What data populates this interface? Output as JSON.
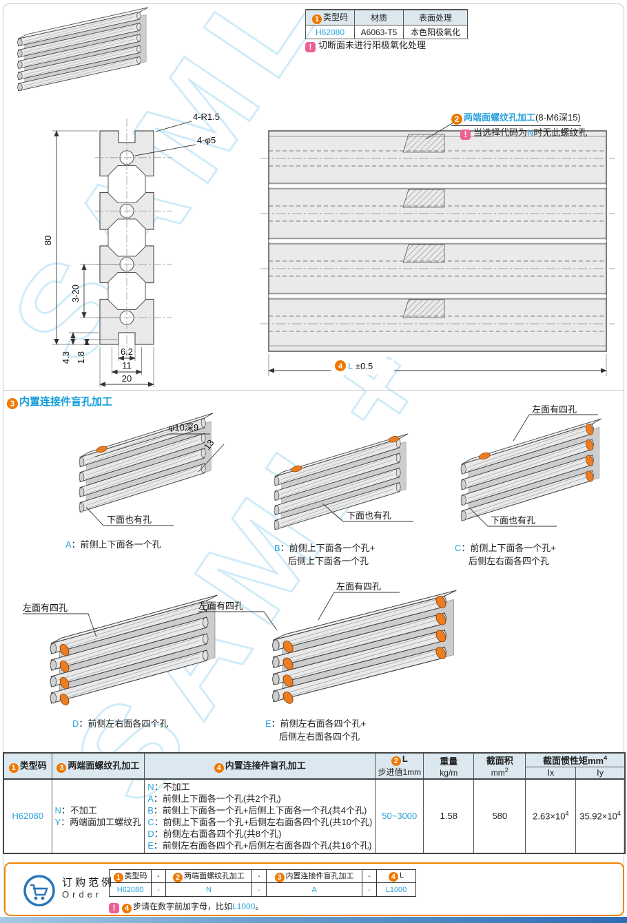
{
  "watermark": {
    "text": "SAML+"
  },
  "header": {
    "info_table": {
      "col1_num": "1",
      "col1": "类型码",
      "col2": "材质",
      "col3": "表面处理",
      "type_code": "H62080",
      "material": "A6063-T5",
      "surface": "本色阳极氧化"
    },
    "note": "切断面未进行阳极氧化处理"
  },
  "cross_section": {
    "fillet_label": "4-R1.5",
    "hole_label": "4-φ5",
    "dim_height": "80",
    "dim_pitch": "3-20",
    "dim_4_3": "4.3",
    "dim_1_8": "1.8",
    "dim_6_2": "6.2",
    "dim_11": "11",
    "dim_20": "20"
  },
  "side_view": {
    "callout_num": "2",
    "callout_label": "两端面螺纹孔加工",
    "callout_spec": "(8-M6深15)",
    "note_prefix": "当选择代码为",
    "note_code": "N",
    "note_suffix": "时无此螺纹孔",
    "dim_num": "4",
    "dim_code": "L",
    "dim_tol": "±0.5"
  },
  "blind_section": {
    "num": "3",
    "title": "内置连接件盲孔加工",
    "hole_spec": "φ10深9",
    "offset_dim": "13",
    "label_bottom": "下面也有孔",
    "label_left4": "左面有四孔",
    "variants": [
      {
        "code": "A",
        "line1": "：前侧上下面各一个孔",
        "line2": ""
      },
      {
        "code": "B",
        "line1": "：前侧上下面各一个孔+",
        "line2": "后侧上下面各一个孔"
      },
      {
        "code": "C",
        "line1": "：前侧上下面各一个孔+",
        "line2": "后侧左右面各四个孔"
      },
      {
        "code": "D",
        "line1": "：前侧左右面各四个孔",
        "line2": ""
      },
      {
        "code": "E",
        "line1": "：前侧左右面各四个孔+",
        "line2": "后侧左右面各四个孔"
      }
    ]
  },
  "spec_table": {
    "h_type_num": "1",
    "h_type": "类型码",
    "h_thread_num": "3",
    "h_thread": "两端面螺纹孔加工",
    "h_blind_num": "4",
    "h_blind": "内置连接件盲孔加工",
    "h_len_num": "2",
    "h_len": "L",
    "h_len_sub": "步进值1mm",
    "h_weight": "重量",
    "h_weight_unit": "kg/m",
    "h_area": "截面积",
    "h_area_unit": "mm",
    "h_area_exp": "2",
    "h_inertia": "截面惯性矩mm",
    "h_inertia_exp": "4",
    "h_ix": "Ix",
    "h_iy": "Iy",
    "row": {
      "type_code": "H62080",
      "thread_options": [
        {
          "code": "N",
          "text": "：不加工"
        },
        {
          "code": "Y",
          "text": "：两端面加工螺纹孔"
        }
      ],
      "blind_options": [
        {
          "code": "N",
          "text": "：不加工"
        },
        {
          "code": "A",
          "text": "：前侧上下面各一个孔(共2个孔)"
        },
        {
          "code": "B",
          "text": "：前侧上下面各一个孔+后侧上下面各一个孔(共4个孔)"
        },
        {
          "code": "C",
          "text": "：前侧上下面各一个孔+后侧左右面各四个孔(共10个孔)"
        },
        {
          "code": "D",
          "text": "：前侧左右面各四个孔(共8个孔)"
        },
        {
          "code": "E",
          "text": "：前侧左右面各四个孔+后侧左右面各四个孔(共16个孔)"
        }
      ],
      "length_range": "50~3000",
      "weight": "1.58",
      "area": "580",
      "ix_base": "2.63×10",
      "ix_exp": "4",
      "iy_base": "35.92×10",
      "iy_exp": "4"
    }
  },
  "order": {
    "title_cn": "订购范例",
    "title_en": "Order",
    "headers": [
      {
        "num": "1",
        "label": "类型码"
      },
      {
        "num": "2",
        "label": "两端面螺纹孔加工"
      },
      {
        "num": "3",
        "label": "内置连接件盲孔加工"
      },
      {
        "num": "4",
        "label": "L"
      }
    ],
    "dash": "-",
    "values": [
      "H62080",
      "N",
      "A",
      "L1000"
    ],
    "note_num": "4",
    "note_pre": "步请在数字前加字母，比如",
    "note_code": "L1000",
    "note_post": "。"
  }
}
